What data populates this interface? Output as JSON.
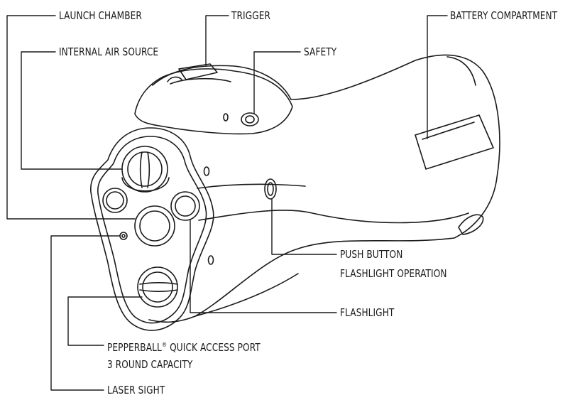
{
  "labels": {
    "launch_chamber": "LAUNCH CHAMBER",
    "trigger": "TRIGGER",
    "battery_compartment": "BATTERY COMPARTMENT",
    "internal_air_source": "INTERNAL AIR SOURCE",
    "safety": "SAFETY",
    "push_button_line1": "PUSH BUTTON",
    "push_button_line2": "FLASHLIGHT OPERATION",
    "flashlight": "FLASHLIGHT",
    "port_line1_prefix": "PEPPERBALL",
    "port_line1_mark": "®",
    "port_line1_suffix": " QUICK ACCESS PORT",
    "port_line2": "3 ROUND CAPACITY",
    "laser_sight": "LASER SIGHT"
  },
  "colors": {
    "stroke": "#1a1a1a",
    "background": "#ffffff"
  }
}
